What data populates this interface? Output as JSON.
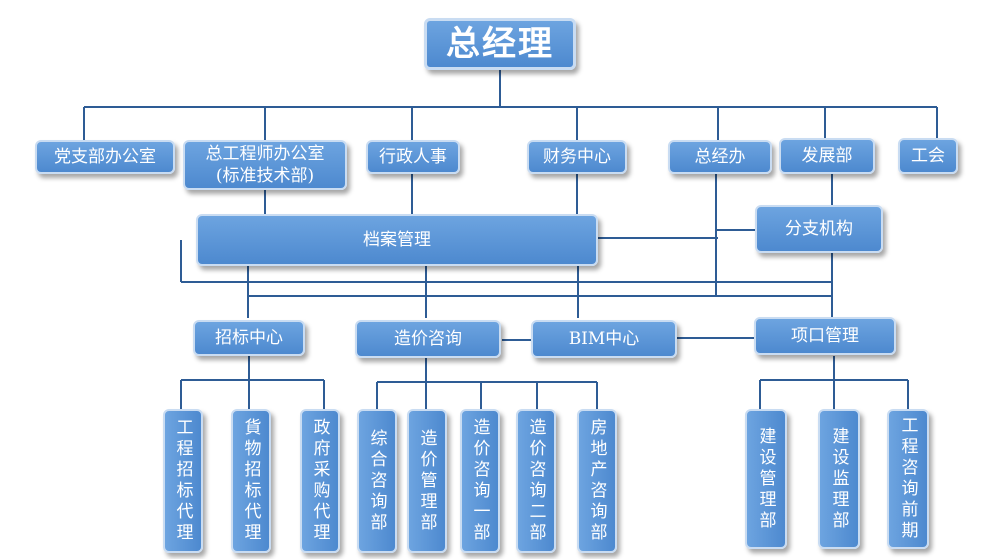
{
  "chart_title": "总经理",
  "departments": {
    "party_office": "党支部办公室",
    "chief_engineer_office": "总工程师办公室\n(标准技术部)",
    "admin_hr": "行政人事",
    "finance_center": "财务中心",
    "gm_office": "总经办",
    "development": "发展部",
    "union": "工会"
  },
  "archive_management": "档案管理",
  "branch_offices": "分支机构",
  "centers": {
    "tender_center": "招标中心",
    "cost_consulting": "造价咨询",
    "bim_center": "BIM中心",
    "project_management": "项口管理"
  },
  "sub_units": {
    "engineering_tender_agent": "工程招标代理",
    "goods_tender_agent": "貨物招标代理",
    "gov_procurement_agent": "政府采购代理",
    "comprehensive_consulting_dept": "综合咨询部",
    "cost_management_dept": "造价管理部",
    "cost_consulting_dept_1": "造价咨询一部",
    "cost_consulting_dept_2": "造价咨询二部",
    "real_estate_consulting_dept": "房地产咨询部",
    "construction_management_dept": "建设管理部",
    "construction_supervision_dept": "建设监理部",
    "engineering_consulting_early": "工程咨询前期"
  }
}
